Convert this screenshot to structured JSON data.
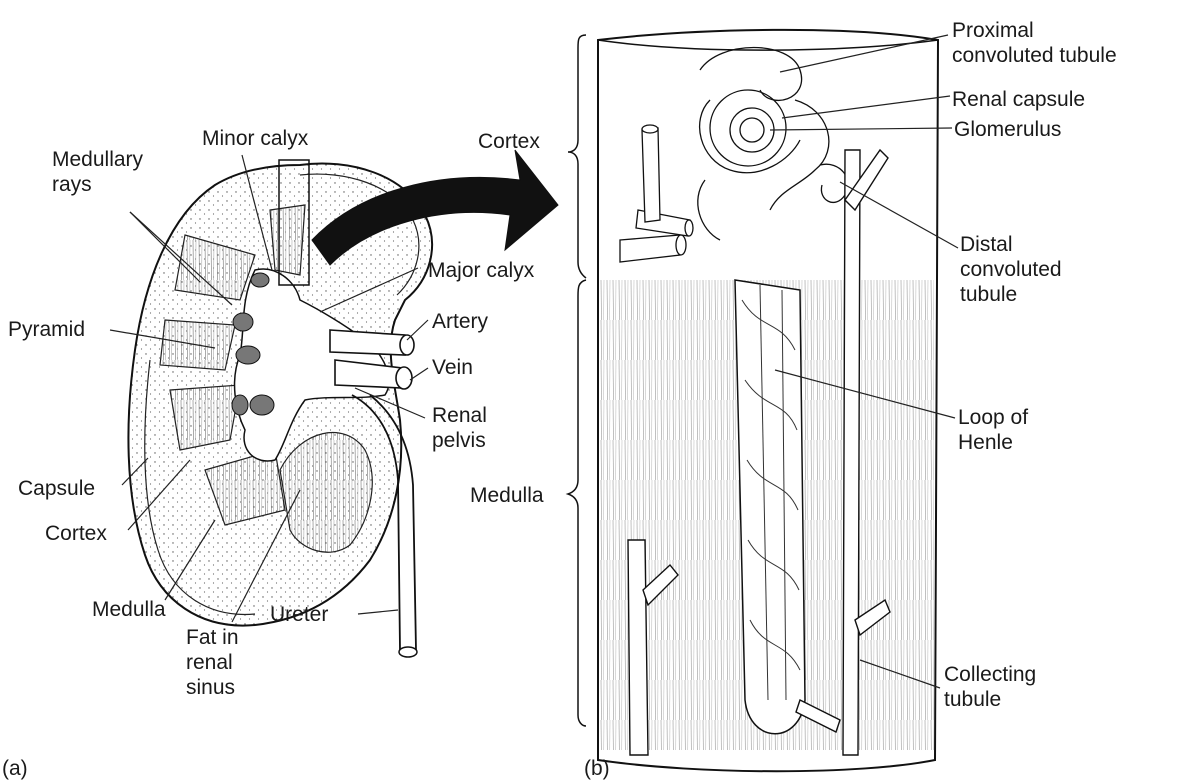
{
  "panels": {
    "a": {
      "tag": "(a)"
    },
    "b": {
      "tag": "(b)"
    }
  },
  "labels_a": {
    "medullary_rays": [
      "Medullary",
      "rays"
    ],
    "minor_calyx": "Minor calyx",
    "major_calyx": "Major calyx",
    "pyramid": "Pyramid",
    "artery": "Artery",
    "vein": "Vein",
    "renal_pelvis": [
      "Renal",
      "pelvis"
    ],
    "capsule": "Capsule",
    "cortex": "Cortex",
    "medulla": "Medulla",
    "ureter": "Ureter",
    "fat_in_renal_sinus": [
      "Fat in",
      "renal",
      "sinus"
    ]
  },
  "labels_b": {
    "cortex": "Cortex",
    "medulla": "Medulla",
    "proximal_convoluted_tubule": [
      "Proximal",
      "convoluted tubule"
    ],
    "renal_capsule": "Renal capsule",
    "glomerulus": "Glomerulus",
    "distal_convoluted_tubule": [
      "Distal",
      "convoluted",
      "tubule"
    ],
    "loop_of_henle": [
      "Loop of",
      "Henle"
    ],
    "collecting_tubule": [
      "Collecting",
      "tubule"
    ]
  }
}
